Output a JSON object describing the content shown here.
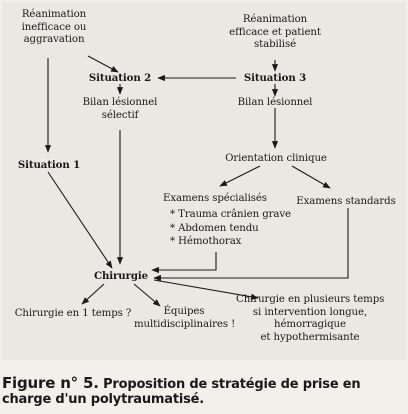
{
  "flow": {
    "reanimation_inefficace": [
      "Réanimation",
      "inefficace ou",
      "aggravation"
    ],
    "reanimation_efficace": [
      "Réanimation",
      "efficace et patient",
      "stabilisé"
    ],
    "situation_2": "Situation 2",
    "situation_3": "Situation 3",
    "situation_1": "Situation 1",
    "bilan_selectif": [
      "Bilan lésionnel",
      "sélectif"
    ],
    "bilan_lesionnel": "Bilan lésionnel",
    "orientation_clinique": "Orientation clinique",
    "examens_specialises": "Examens spécialisés",
    "examens_standards": "Examens standards",
    "specialised_items": [
      "* Trauma crânien grave",
      "* Abdomen tendu",
      "* Hémothorax"
    ],
    "chirurgie": "Chirurgie",
    "chirurgie_1_temps": "Chirurgie en 1 temps ?",
    "equipes": [
      "Équipes",
      "multidisciplinaires !"
    ],
    "chirurgie_plusieurs": [
      "Chirurgie en plusieurs temps",
      "si intervention longue,",
      "hémorragique",
      "et hypothermisante"
    ]
  },
  "caption": {
    "label": "Figure n° 5.",
    "text": "Proposition de stratégie de prise en charge d'un polytraumatisé."
  }
}
